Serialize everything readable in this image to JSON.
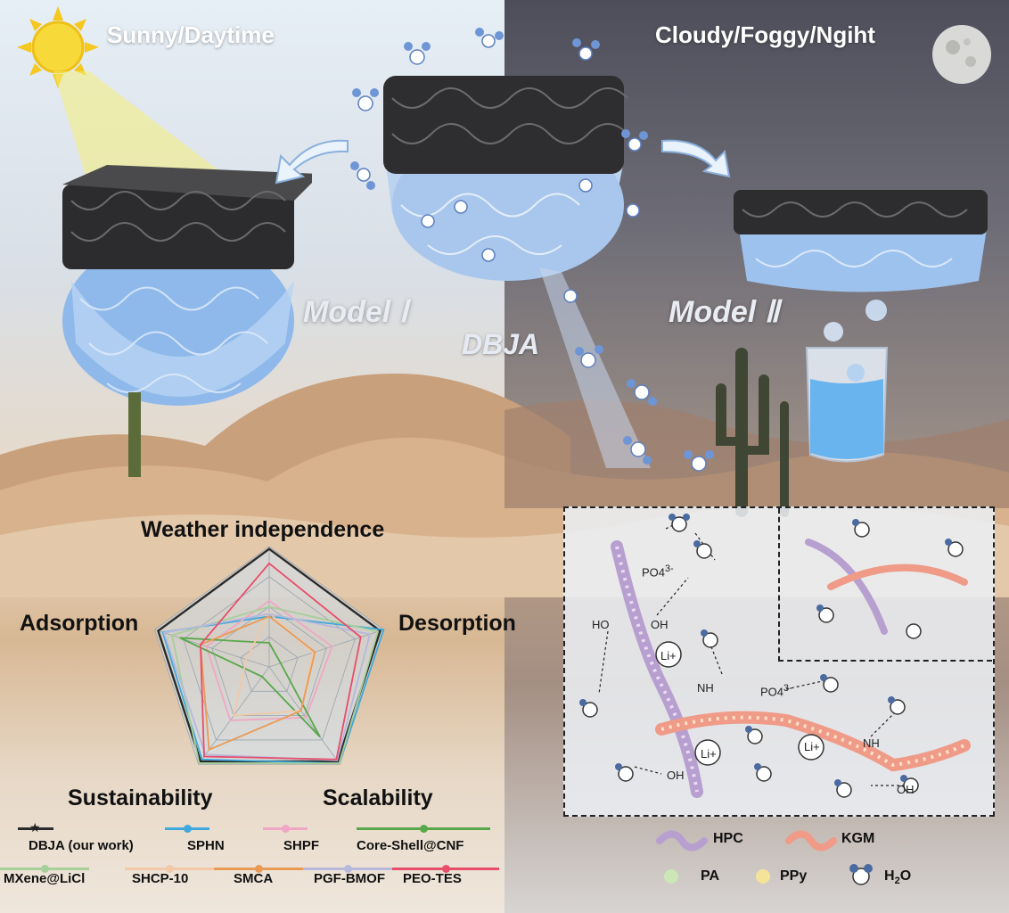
{
  "titles": {
    "left": "Sunny/Daytime",
    "right": "Cloudy/Foggy/Ngiht"
  },
  "models": {
    "model1": "Model Ⅰ",
    "model2": "Model Ⅱ",
    "center": "DBJA"
  },
  "radar": {
    "axes": [
      "Weather independence",
      "Desorption",
      "Scalability",
      "Sustainability",
      "Adsorption"
    ]
  },
  "legend": [
    {
      "label": "DBJA (our work)",
      "color": "#2b2b2b",
      "marker": "star"
    },
    {
      "label": "SPHN",
      "color": "#3fa8dc",
      "marker": "dot"
    },
    {
      "label": "SHPF",
      "color": "#f0a7c4",
      "marker": "dot"
    },
    {
      "label": "Core-Shell@CNF",
      "color": "#58a84a",
      "marker": "dot"
    },
    {
      "label": "MXene@LiCl",
      "color": "#a6cf9a",
      "marker": "dot"
    },
    {
      "label": "SHCP-10",
      "color": "#f1c9a8",
      "marker": "dot"
    },
    {
      "label": "SMCA",
      "color": "#e99a55",
      "marker": "dot"
    },
    {
      "label": "PGF-BMOF",
      "color": "#b6b8dc",
      "marker": "dot"
    },
    {
      "label": "PEO-TES",
      "color": "#e84d6b",
      "marker": "dot"
    }
  ],
  "chemistry": {
    "labels": [
      "PO4",
      "3-",
      "HO",
      "OH",
      "Li+",
      "NH",
      "PO4",
      "3-",
      "NH",
      "Li+",
      "Li+",
      "OH",
      "OH"
    ]
  },
  "material_legend": {
    "hpc": "HPC",
    "kgm": "KGM",
    "pa": "PA",
    "ppy": "PPy",
    "h2o": "H",
    "h2o_sub": "2",
    "h2o_o": "O"
  },
  "colors": {
    "hpc": "#b79fd0",
    "kgm": "#f09a88",
    "pa": "#cde6b8",
    "ppy": "#f6e39a"
  }
}
